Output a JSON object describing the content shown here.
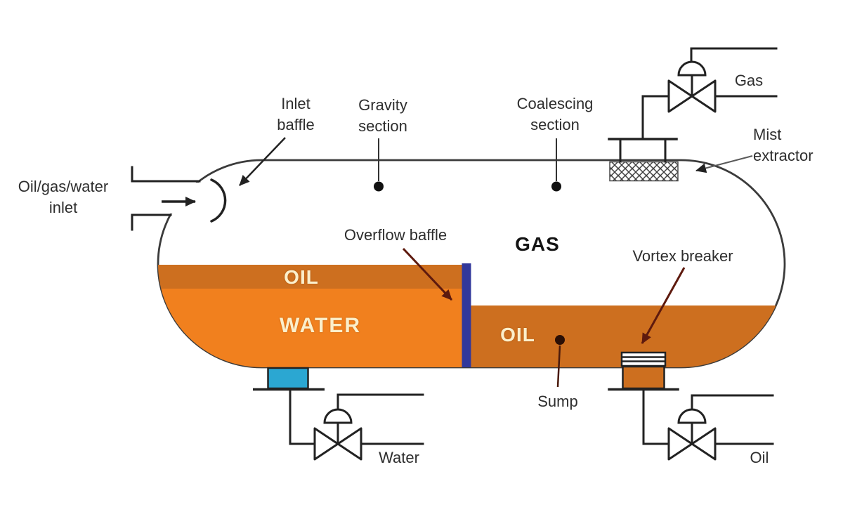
{
  "diagram": {
    "labels": {
      "feed_inlet_line1": "Oil/gas/water",
      "feed_inlet_line2": "inlet",
      "inlet_baffle_line1": "Inlet",
      "inlet_baffle_line2": "baffle",
      "gravity_line1": "Gravity",
      "gravity_line2": "section",
      "coalescing_line1": "Coalescing",
      "coalescing_line2": "section",
      "gas_outlet": "Gas",
      "mist_line1": "Mist",
      "mist_line2": "extractor",
      "overflow_baffle": "Overflow baffle",
      "gas_space": "GAS",
      "vortex_breaker": "Vortex breaker",
      "oil_layer": "OIL",
      "water_layer": "WATER",
      "oil_compartment": "OIL",
      "sump": "Sump",
      "water_outlet": "Water",
      "oil_outlet": "Oil"
    },
    "colors": {
      "oil": "#CD6F1F",
      "water": "#F1801E",
      "overflow_baffle_blue": "#32389B",
      "water_nozzle_cyan": "#2BA7D2",
      "cream_text": "#FBEFCB",
      "arrow_dark": "#5E1A0E",
      "line": "#2F2F2F"
    }
  }
}
